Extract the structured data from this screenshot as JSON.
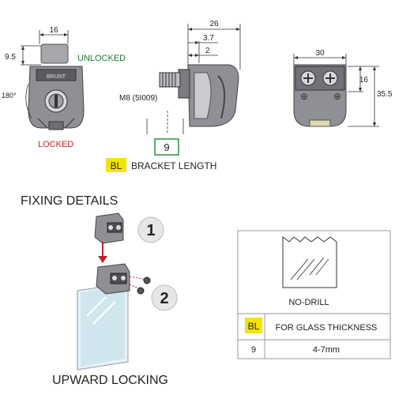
{
  "top_views": {
    "front": {
      "dim_width": "16",
      "dim_height": "9.5",
      "angle": "180°",
      "unlocked": "UNLOCKED",
      "locked": "LOCKED",
      "colors": {
        "unlocked": "#1f7a2e",
        "locked": "#c8202a"
      }
    },
    "side": {
      "dim_overall": "26",
      "dim_a": "3.7",
      "dim_b": "2",
      "thread": "M8 (5I009)",
      "bracket_value": "9"
    },
    "back": {
      "dim_width": "30",
      "dim_inner_height": "16",
      "dim_total_height": "35.5"
    }
  },
  "legend": {
    "badge": "BL",
    "label": "BRACKET LENGTH",
    "badge_color": "#f5e400",
    "value_box_color": "#1a8a3a"
  },
  "fixing": {
    "title": "FIXING DETAILS",
    "step1": "1",
    "step2": "2",
    "caption": "UPWARD LOCKING",
    "arrow_color": "#c8202a"
  },
  "spec_table": {
    "mode_label": "NO-DRILL",
    "header_badge": "BL",
    "header_label": "FOR GLASS THICKNESS",
    "row_bl": "9",
    "row_range": "4-7mm"
  }
}
